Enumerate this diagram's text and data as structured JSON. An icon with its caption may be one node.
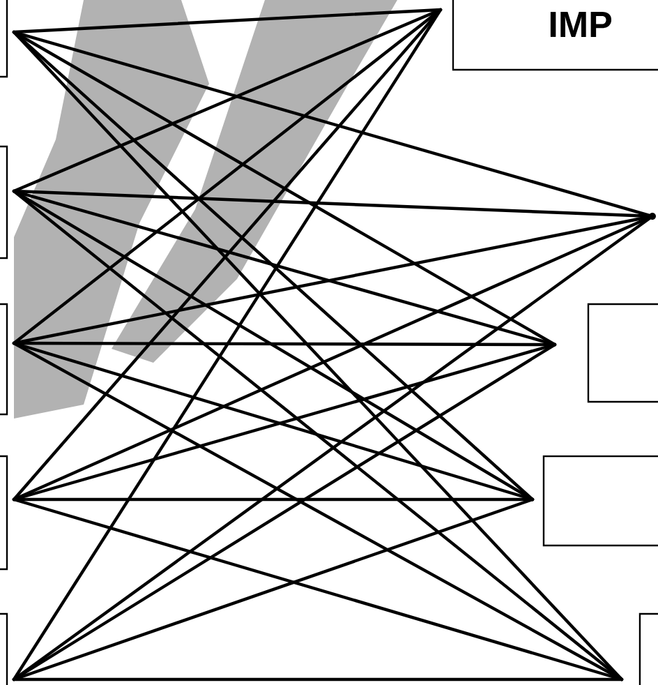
{
  "diagram": {
    "nodes": [
      {
        "text": [],
        "shape": "box"
      },
      {
        "text": [],
        "shape": "box"
      },
      {
        "text": [],
        "shape": "box"
      },
      {
        "text": [],
        "shape": "box"
      },
      {
        "text": [],
        "shape": "box"
      },
      {
        "text": [
          "IMP"
        ]
      },
      {
        "text": [],
        "shape": "circle"
      },
      {
        "text": [],
        "shape": "box"
      },
      {
        "text": [],
        "shape": "box"
      },
      {
        "text": [],
        "shape": "box"
      }
    ],
    "edges": [
      {
        "from": 0,
        "to": 5,
        "arrow": "none"
      },
      {
        "from": 0,
        "to": 6,
        "arrow": "none"
      },
      {
        "from": 0,
        "to": 7,
        "arrow": "none"
      },
      {
        "from": 0,
        "to": 8,
        "arrow": "none"
      },
      {
        "from": 0,
        "to": 9,
        "arrow": "none"
      },
      {
        "from": 1,
        "to": 5,
        "arrow": "none"
      },
      {
        "from": 1,
        "to": 6,
        "arrow": "none"
      },
      {
        "from": 1,
        "to": 7,
        "arrow": "none"
      },
      {
        "from": 1,
        "to": 8,
        "arrow": "none"
      },
      {
        "from": 1,
        "to": 9,
        "arrow": "none"
      },
      {
        "from": 2,
        "to": 5,
        "arrow": "none"
      },
      {
        "from": 2,
        "to": 6,
        "arrow": "none"
      },
      {
        "from": 2,
        "to": 7,
        "arrow": "none"
      },
      {
        "from": 2,
        "to": 8,
        "arrow": "none"
      },
      {
        "from": 2,
        "to": 9,
        "arrow": "none"
      },
      {
        "from": 3,
        "to": 5,
        "arrow": "none"
      },
      {
        "from": 3,
        "to": 6,
        "arrow": "none"
      },
      {
        "from": 3,
        "to": 7,
        "arrow": "none"
      },
      {
        "from": 3,
        "to": 8,
        "arrow": "none"
      },
      {
        "from": 3,
        "to": 9,
        "arrow": "none"
      },
      {
        "from": 4,
        "to": 5,
        "arrow": "none"
      },
      {
        "from": 4,
        "to": 6,
        "arrow": "none"
      },
      {
        "from": 4,
        "to": 7,
        "arrow": "none"
      },
      {
        "from": 4,
        "to": 8,
        "arrow": "none"
      },
      {
        "from": 4,
        "to": 9,
        "arrow": "none"
      }
    ]
  }
}
